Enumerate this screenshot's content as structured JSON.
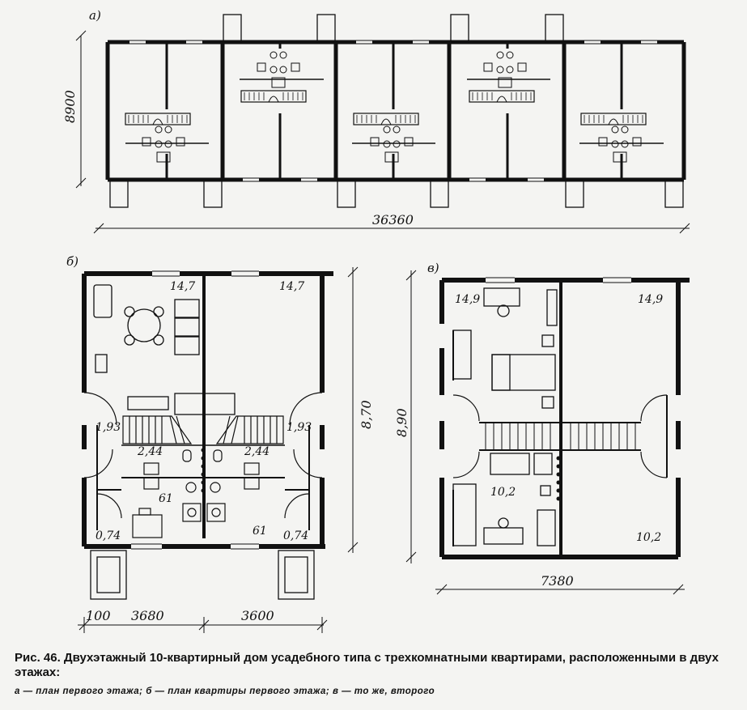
{
  "panels": {
    "a": {
      "label": "а)",
      "height_dim": "8900",
      "width_dim": "36360"
    },
    "b": {
      "label": "б)",
      "height_dim": "8,70",
      "dim_left": "100",
      "dim_mid": "3680",
      "dim_right": "3600",
      "rooms": {
        "top_left": "14,7",
        "top_right": "14,7",
        "hall_left": "1,93",
        "hall_right": "1,93",
        "bath_left": "2,44",
        "bath_right": "2,44",
        "kitchen_left": "61",
        "kitchen_right": "61",
        "vest_left": "0,74",
        "vest_right": "0,74"
      }
    },
    "c": {
      "label": "в)",
      "height_dim": "8,90",
      "width_dim": "7380",
      "rooms": {
        "top_left": "14,9",
        "top_right": "14,9",
        "bottom_left": "10,2",
        "bottom_right": "10,2"
      }
    }
  },
  "caption": {
    "line1": "Рис. 46. Двухэтажный 10-квартирный дом усадебного типа с трехкомнатными квартирами, расположенными в двух этажах:",
    "line2": "а — план первого этажа; б — план квартиры первого этажа; в — то же, второго"
  }
}
